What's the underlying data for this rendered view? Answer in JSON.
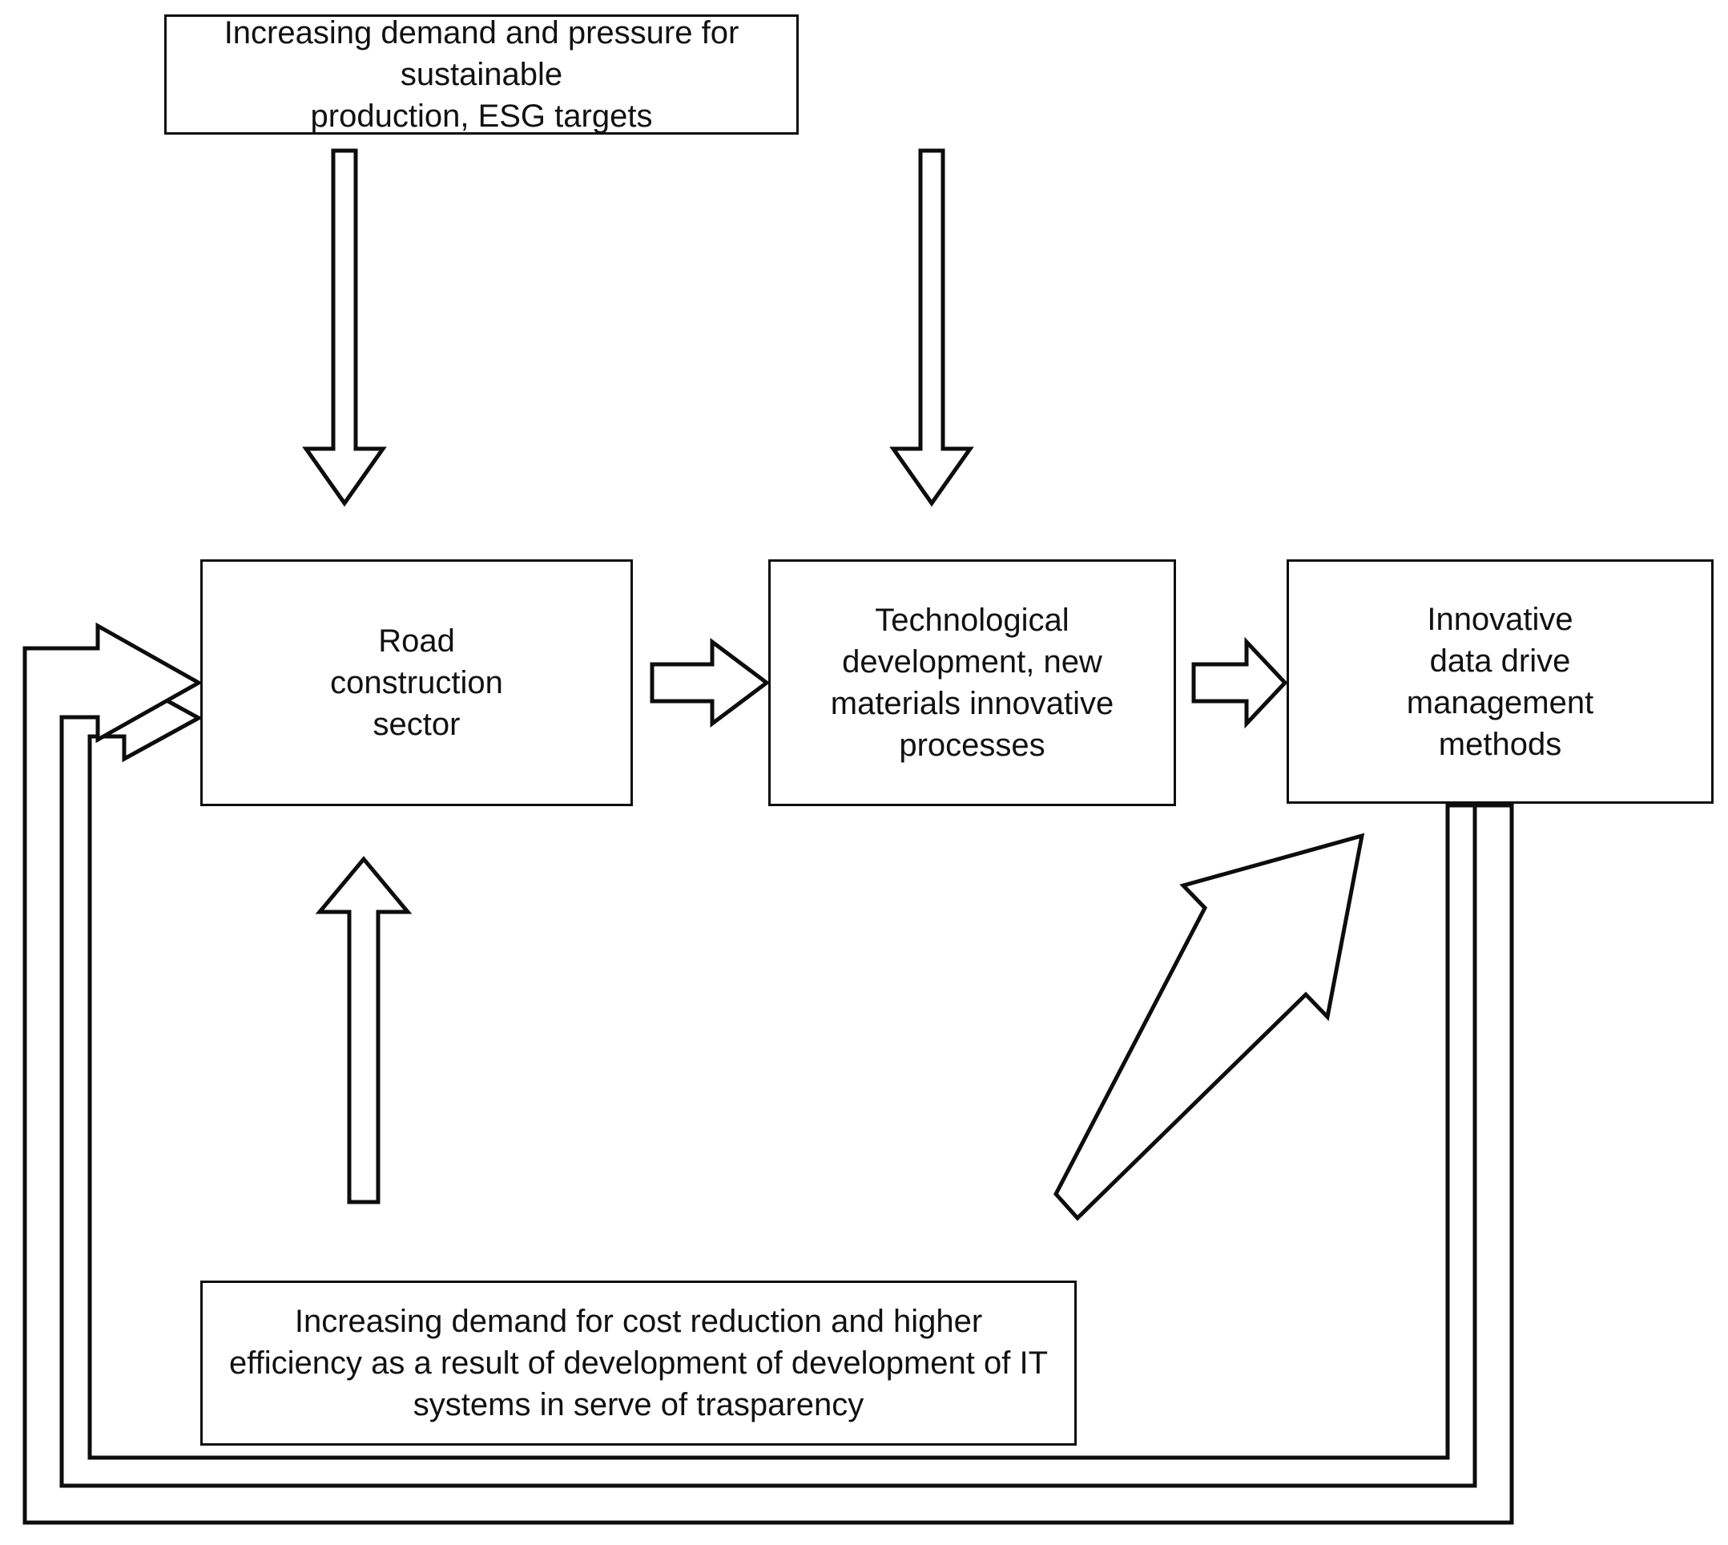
{
  "diagram": {
    "type": "flow-diagram",
    "title": "Road construction sector innovation drivers flow diagram",
    "background_color": "#ffffff",
    "stroke_color": "#0d0d0d",
    "fill_color": "#ffffff",
    "text_color": "#111111",
    "nodes": [
      {
        "id": "driver-top",
        "label": "Increasing demand and pressure for sustainable\nproduction, ESG targets",
        "role": "external-driver"
      },
      {
        "id": "road-construction",
        "label": "Road\nconstruction\nsector",
        "role": "process"
      },
      {
        "id": "tech-development",
        "label": "Technological\ndevelopment, new\nmaterials innovative\nprocesses",
        "role": "process"
      },
      {
        "id": "data-management",
        "label": "Innovative\ndata drive\nmanagement\nmethods",
        "role": "process"
      },
      {
        "id": "driver-bottom",
        "label": "Increasing demand for cost reduction and higher\nefficiency as a result of development of development of IT\nsystems in serve of trasparency",
        "role": "external-driver"
      }
    ],
    "edges": [
      {
        "id": "edge-top-to-road",
        "from": "driver-top",
        "to": "road-construction",
        "style": "block-arrow",
        "direction": "down"
      },
      {
        "id": "edge-top-to-tech",
        "from": "driver-top",
        "to": "tech-development",
        "style": "block-arrow",
        "direction": "down"
      },
      {
        "id": "edge-road-to-tech",
        "from": "road-construction",
        "to": "tech-development",
        "style": "block-arrow",
        "direction": "right"
      },
      {
        "id": "edge-tech-to-data",
        "from": "tech-development",
        "to": "data-management",
        "style": "block-arrow",
        "direction": "right"
      },
      {
        "id": "edge-bottom-to-road",
        "from": "driver-bottom",
        "to": "road-construction",
        "style": "block-arrow",
        "direction": "up"
      },
      {
        "id": "edge-bottom-to-data",
        "from": "driver-bottom",
        "to": "data-management",
        "style": "block-arrow",
        "direction": "diagonal-up-right"
      },
      {
        "id": "edge-data-feedback-inner",
        "from": "data-management",
        "to": "road-construction",
        "style": "block-arrow",
        "direction": "feedback-loop-inner"
      },
      {
        "id": "edge-data-feedback-outer",
        "from": "data-management",
        "to": "road-construction",
        "style": "block-arrow",
        "direction": "feedback-loop-outer"
      }
    ]
  }
}
